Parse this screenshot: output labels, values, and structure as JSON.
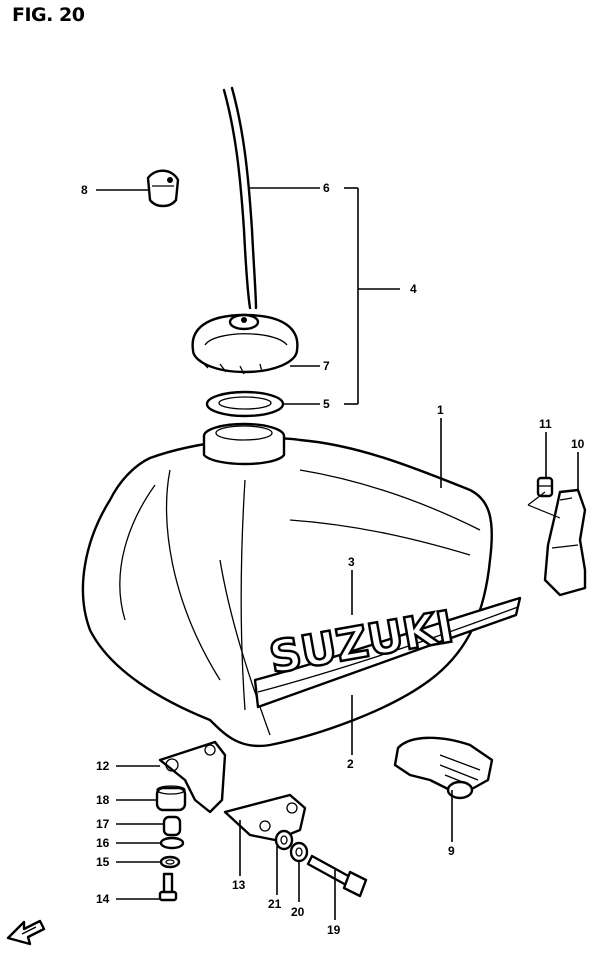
{
  "figure": {
    "title": "FIG. 20"
  },
  "tank_logo": "SUZUKI",
  "callouts": {
    "c1": "1",
    "c2": "2",
    "c3": "3",
    "c4": "4",
    "c5": "5",
    "c6": "6",
    "c7": "7",
    "c8": "8",
    "c9": "9",
    "c10": "10",
    "c11": "11",
    "c12": "12",
    "c13": "13",
    "c14": "14",
    "c15": "15",
    "c16": "16",
    "c17": "17",
    "c18": "18",
    "c19": "19",
    "c20": "20",
    "c21": "21"
  },
  "front_arrow_icon": "arrow-icon"
}
